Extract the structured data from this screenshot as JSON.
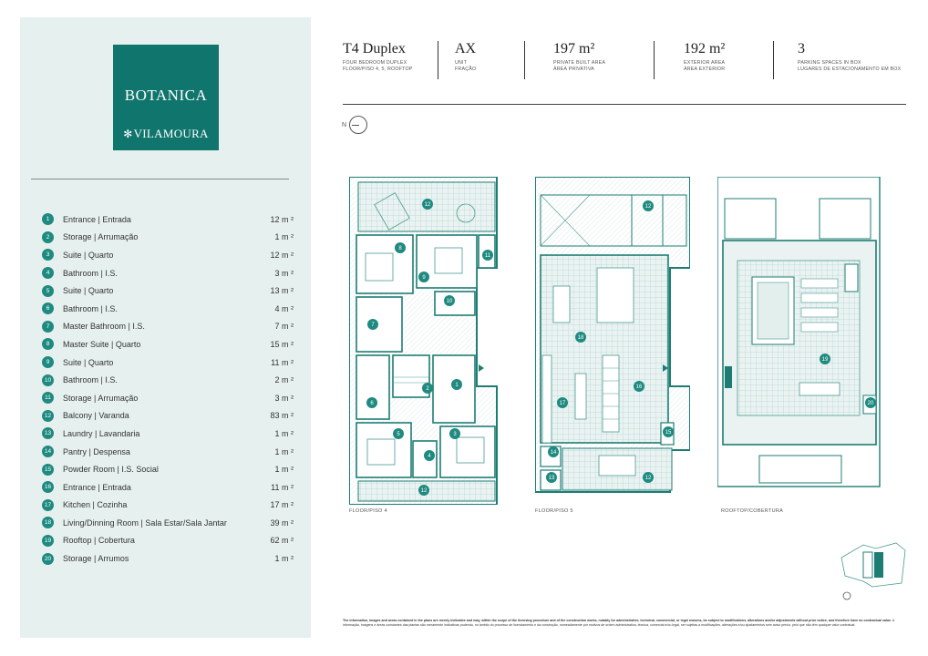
{
  "brand": {
    "name": "BOTANICA",
    "location": "VILAMOURA",
    "accent": "#10756d",
    "panel_bg": "#e6f0ef"
  },
  "header": {
    "typology": "T4 Duplex",
    "typology_sub1": "FOUR BEDROOM DUPLEX",
    "typology_sub2": "FLOOR/PISO 4, 5, ROOFTOP",
    "unit": "AX",
    "unit_sub1": "UNIT",
    "unit_sub2": "FRAÇÃO",
    "private_area": "197 m²",
    "private_sub1": "PRIVATE BUILT AREA",
    "private_sub2": "ÁREA PRIVATIVA",
    "exterior_area": "192 m²",
    "exterior_sub1": "EXTERIOR AREA",
    "exterior_sub2": "ÁREA EXTERIOR",
    "parking": "3",
    "parking_sub1": "PARKING SPACES IN BOX",
    "parking_sub2": "LUGARES DE ESTACIONAMENTO EM BOX"
  },
  "north_label": "N",
  "legend": [
    {
      "num": "1",
      "label": "Entrance | Entrada",
      "area": "12 m ²"
    },
    {
      "num": "2",
      "label": "Storage | Arrumação",
      "area": "1 m ²"
    },
    {
      "num": "3",
      "label": "Suite | Quarto",
      "area": "12 m ²"
    },
    {
      "num": "4",
      "label": "Bathroom | I.S.",
      "area": "3 m ²"
    },
    {
      "num": "5",
      "label": "Suite | Quarto",
      "area": "13 m ²"
    },
    {
      "num": "6",
      "label": "Bathroom | I.S.",
      "area": "4 m ²"
    },
    {
      "num": "7",
      "label": "Master Bathroom | I.S.",
      "area": "7 m ²"
    },
    {
      "num": "8",
      "label": "Master Suite | Quarto",
      "area": "15 m ²"
    },
    {
      "num": "9",
      "label": "Suite | Quarto",
      "area": "11 m ²"
    },
    {
      "num": "10",
      "label": "Bathroom | I.S.",
      "area": "2 m ²"
    },
    {
      "num": "11",
      "label": "Storage | Arrumação",
      "area": "3 m ²"
    },
    {
      "num": "12",
      "label": "Balcony | Varanda",
      "area": "83 m ²"
    },
    {
      "num": "13",
      "label": "Laundry | Lavandaria",
      "area": "1 m ²"
    },
    {
      "num": "14",
      "label": "Pantry | Despensa",
      "area": "1 m ²"
    },
    {
      "num": "15",
      "label": "Powder Room | I.S. Social",
      "area": "1 m ²"
    },
    {
      "num": "16",
      "label": "Entrance | Entrada",
      "area": "11 m ²"
    },
    {
      "num": "17",
      "label": "Kitchen | Cozinha",
      "area": "17 m ²"
    },
    {
      "num": "18",
      "label": "Living/Dinning Room | Sala Estar/Sala Jantar",
      "area": "39 m ²"
    },
    {
      "num": "19",
      "label": "Rooftop | Cobertura",
      "area": "62 m ²"
    },
    {
      "num": "20",
      "label": "Storage | Arrumos",
      "area": "1 m ²"
    }
  ],
  "plans": {
    "floor4": {
      "label": "FLOOR/PISO 4",
      "rooms": [
        "1",
        "2",
        "3",
        "4",
        "5",
        "6",
        "7",
        "8",
        "9",
        "10",
        "11",
        "12",
        "12"
      ]
    },
    "floor5": {
      "label": "FLOOR/PISO 5",
      "rooms": [
        "12",
        "18",
        "17",
        "16",
        "15",
        "14",
        "13",
        "12"
      ]
    },
    "rooftop": {
      "label": "ROOFTOP/COBERTURA",
      "rooms": [
        "19",
        "20"
      ]
    }
  },
  "disclaimer": {
    "bold": "The information, images and areas contained in the plans are merely indicative and may, within the scope of the licensing procedure and of the construction works, notably for administrative, technical, commercial, or legal reasons, be subject to modifications, alterations and/or adjustments without prior notice, and therefore have no contractual value.",
    "normal": "A informação, imagens e áreas constantes das plantas são meramente indicativas podendo, no âmbito do processo de licenciamento e da construção, nomeadamente por motivos de ordem administrativa, técnica, comercial e/ou legal, ser sujeitas a modificações, alterações e/ou ajustamentos sem aviso prévio, pelo que não têm qualquer valor contratual."
  }
}
